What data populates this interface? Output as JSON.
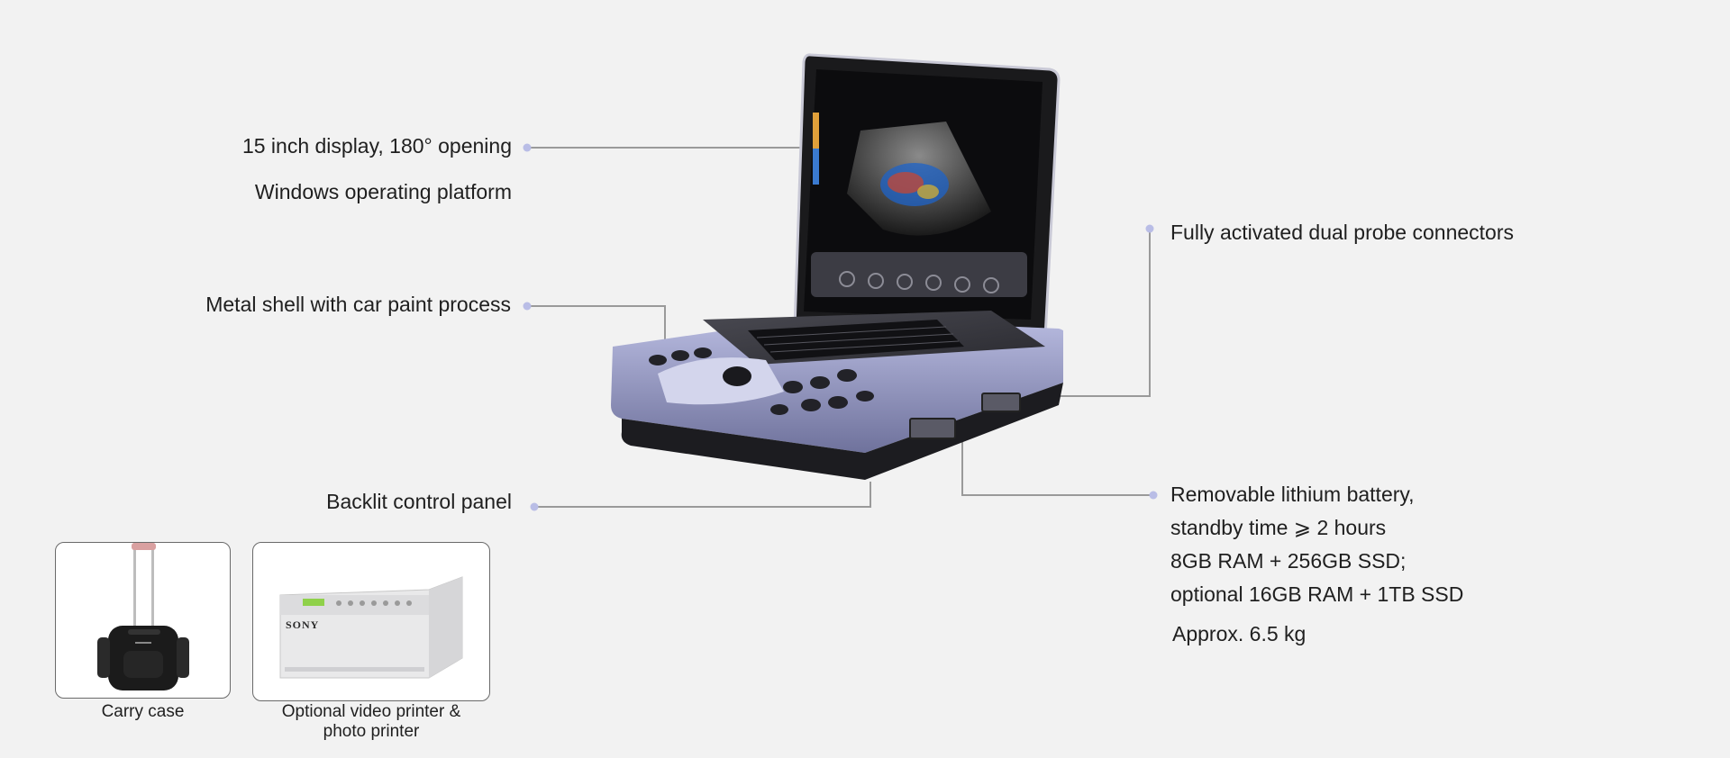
{
  "features": {
    "display": "15 inch display, 180° opening",
    "os": "Windows operating platform",
    "shell": "Metal shell with car paint process",
    "backlit": "Backlit control panel",
    "probes": "Fully activated dual probe connectors",
    "battery_line1": "Removable lithium battery,",
    "battery_line2": "standby time ⩾ 2 hours",
    "ram_line1": "8GB RAM + 256GB SSD;",
    "ram_line2": "optional 16GB RAM + 1TB SSD",
    "weight": "Approx. 6.5 kg"
  },
  "accessories": {
    "carry_case": "Carry case",
    "printer_line1": "Optional video printer &",
    "printer_line2": "photo printer",
    "printer_brand": "SONY"
  },
  "colors": {
    "background": "#f2f2f2",
    "leader_line": "#9a9a9a",
    "leader_dot": "#b9bde6",
    "device_body": "#8c8fb8",
    "device_dark": "#1b1b1f"
  }
}
